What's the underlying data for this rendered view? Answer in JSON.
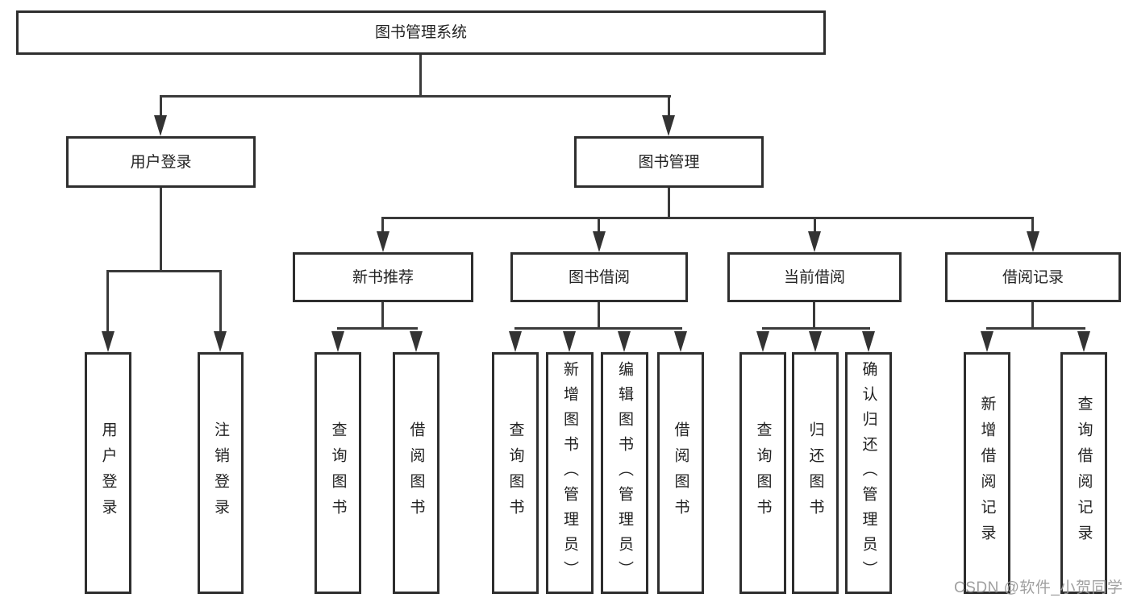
{
  "colors": {
    "line": "#3a3a3a",
    "node_border": "#2e2e2e",
    "node_text": "#222222",
    "watermark": "#9b9b9b",
    "background": "#ffffff"
  },
  "watermark": {
    "text": "CSDN @软件_小贺同学"
  },
  "tree": {
    "label": "图书管理系统",
    "children": [
      {
        "label": "用户登录",
        "children": [
          {
            "label": "用户登录"
          },
          {
            "label": "注销登录"
          }
        ]
      },
      {
        "label": "图书管理",
        "children": [
          {
            "label": "新书推荐",
            "children": [
              {
                "label": "查询图书"
              },
              {
                "label": "借阅图书"
              }
            ]
          },
          {
            "label": "图书借阅",
            "children": [
              {
                "label": "查询图书"
              },
              {
                "label": "新增图书（管理员）"
              },
              {
                "label": "编辑图书（管理员）"
              },
              {
                "label": "借阅图书"
              }
            ]
          },
          {
            "label": "当前借阅",
            "children": [
              {
                "label": "查询图书"
              },
              {
                "label": "归还图书"
              },
              {
                "label": "确认归还（管理员）"
              }
            ]
          },
          {
            "label": "借阅记录",
            "children": [
              {
                "label": "新增借阅记录"
              },
              {
                "label": "查询借阅记录"
              }
            ]
          }
        ]
      }
    ]
  }
}
